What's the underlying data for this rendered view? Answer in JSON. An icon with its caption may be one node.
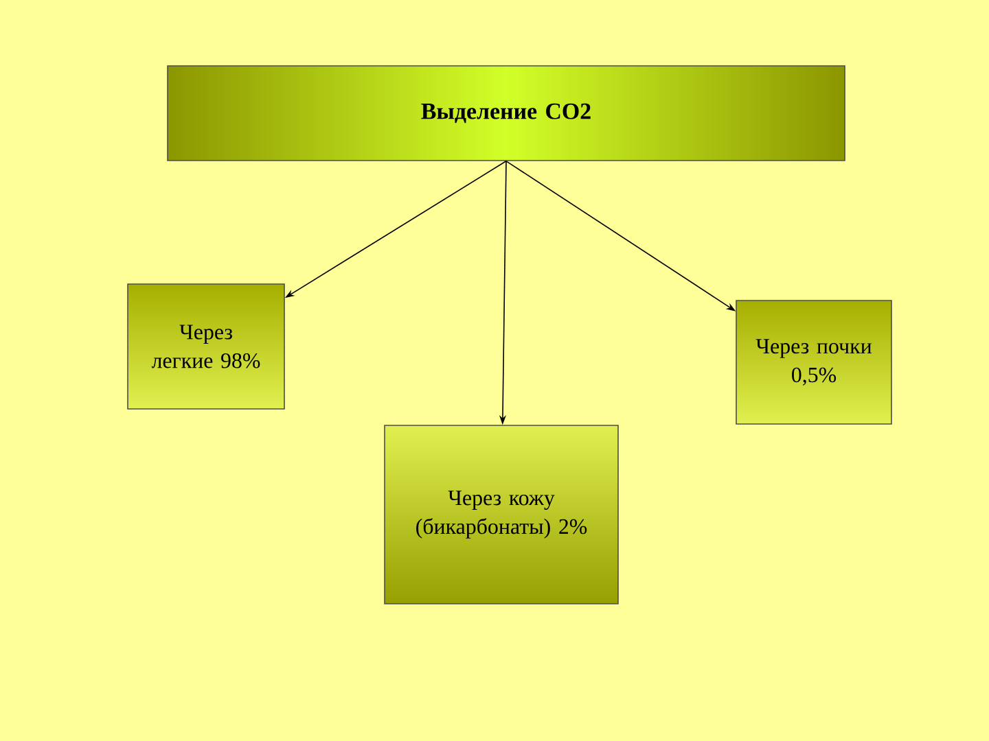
{
  "diagram": {
    "nodes": [
      {
        "text": [
          "Выделение CO2"
        ]
      },
      {
        "text": [
          "Через легкие 98%"
        ]
      },
      {
        "text": [
          "Через почки 0,5%"
        ]
      },
      {
        "text": [
          "Через кожу (бикарбонаты) 2%"
        ]
      }
    ],
    "edges": [
      {
        "from": 0,
        "to": 1,
        "arrow": "to"
      },
      {
        "from": 0,
        "to": 3,
        "arrow": "to"
      },
      {
        "from": 0,
        "to": 2,
        "arrow": "to"
      }
    ]
  }
}
